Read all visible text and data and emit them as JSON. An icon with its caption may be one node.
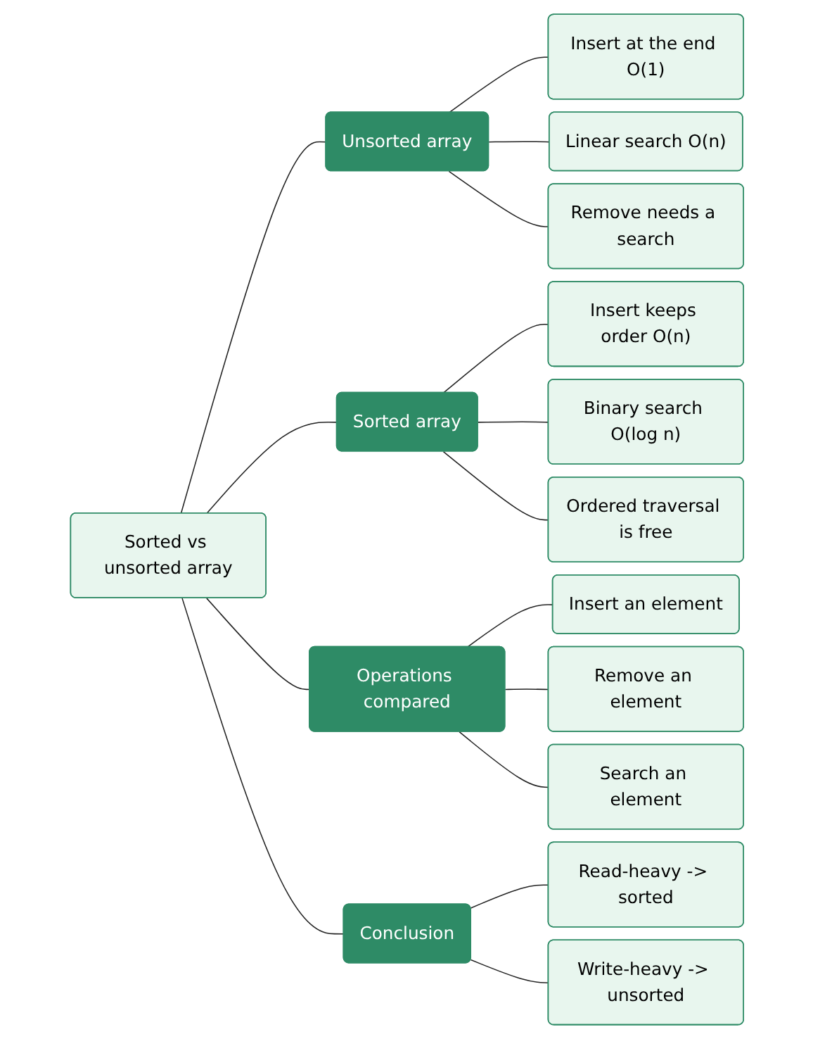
{
  "diagram": {
    "nodes": [
      {
        "text": [
          "Sorted vs unsorted array"
        ]
      },
      {
        "text": [
          "Unsorted array"
        ]
      },
      {
        "text": [
          "Insert at the end O(1)"
        ]
      },
      {
        "text": [
          "Linear search O(n)"
        ]
      },
      {
        "text": [
          "Remove needs a search"
        ]
      },
      {
        "text": [
          "Sorted array"
        ]
      },
      {
        "text": [
          "Insert keeps order O(n)"
        ]
      },
      {
        "text": [
          "Binary search O(log n)"
        ]
      },
      {
        "text": [
          "Ordered traversal is free"
        ]
      },
      {
        "text": [
          "Operations compared"
        ]
      },
      {
        "text": [
          "Insert an element"
        ]
      },
      {
        "text": [
          "Remove an element"
        ]
      },
      {
        "text": [
          "Search an element"
        ]
      },
      {
        "text": [
          "Conclusion"
        ]
      },
      {
        "text": [
          "Read-heavy -> sorted"
        ]
      },
      {
        "text": [
          "Write-heavy -> unsorted"
        ]
      }
    ],
    "edges": [
      {
        "from": 0,
        "to": 1,
        "arrow": "none"
      },
      {
        "from": 1,
        "to": 2,
        "arrow": "none"
      },
      {
        "from": 1,
        "to": 3,
        "arrow": "none"
      },
      {
        "from": 1,
        "to": 4,
        "arrow": "none"
      },
      {
        "from": 0,
        "to": 5,
        "arrow": "none"
      },
      {
        "from": 5,
        "to": 6,
        "arrow": "none"
      },
      {
        "from": 5,
        "to": 7,
        "arrow": "none"
      },
      {
        "from": 5,
        "to": 8,
        "arrow": "none"
      },
      {
        "from": 0,
        "to": 9,
        "arrow": "none"
      },
      {
        "from": 9,
        "to": 10,
        "arrow": "none"
      },
      {
        "from": 9,
        "to": 11,
        "arrow": "none"
      },
      {
        "from": 9,
        "to": 12,
        "arrow": "none"
      },
      {
        "from": 0,
        "to": 13,
        "arrow": "none"
      },
      {
        "from": 13,
        "to": 14,
        "arrow": "none"
      },
      {
        "from": 13,
        "to": 15,
        "arrow": "none"
      }
    ]
  }
}
